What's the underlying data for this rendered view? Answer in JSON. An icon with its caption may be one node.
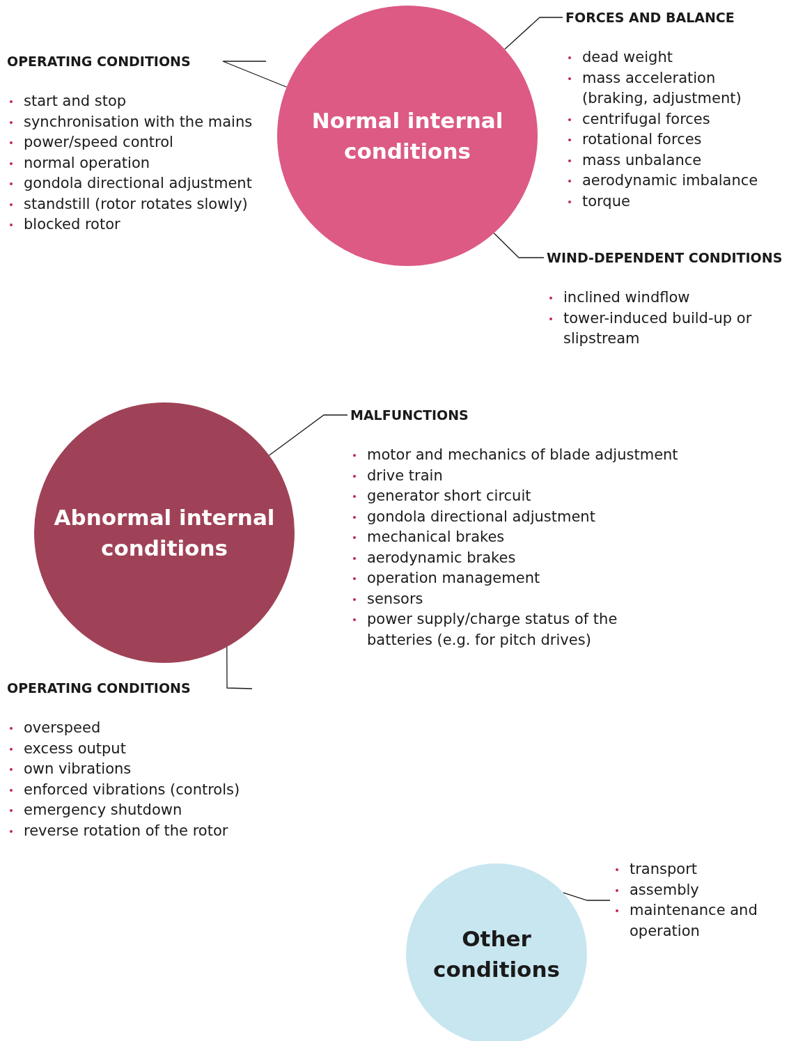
{
  "diagram": {
    "nodes": [
      {
        "text": [
          "Normal internal conditions"
        ]
      },
      {
        "text": [
          "FORCES AND BALANCE",
          "dead weight",
          "mass acceleration (braking, adjustment)",
          "centrifugal forces",
          "rotational forces",
          "mass unbalance",
          "aerodynamic imbalance",
          "torque"
        ]
      },
      {
        "text": [
          "OPERATING CONDITIONS",
          "start and stop",
          "synchronisation with the mains",
          "power/speed control",
          "normal operation",
          "gondola directional adjustment",
          "standstill (rotor rotates slowly)",
          "blocked rotor"
        ]
      },
      {
        "text": [
          "WIND-DEPENDENT CONDITIONS",
          "inclined windflow",
          "tower-induced build-up or slipstream"
        ]
      },
      {
        "text": [
          "Abnormal internal conditions"
        ]
      },
      {
        "text": [
          "MALFUNCTIONS",
          "motor and mechanics of blade adjustment",
          "drive train",
          "generator short circuit",
          "gondola directional adjustment",
          "mechanical brakes",
          "aerodynamic brakes",
          "operation management",
          "sensors",
          "power supply/charge status of the batteries (e.g. for pitch drives)"
        ]
      },
      {
        "text": [
          "OPERATING CONDITIONS",
          "overspeed",
          "excess output",
          "own vibrations",
          "enforced vibrations (controls)",
          "emergency shutdown",
          "reverse rotation of the rotor"
        ]
      },
      {
        "text": [
          "Other conditions"
        ]
      },
      {
        "text": [
          "transport",
          "assembly",
          "maintenance and operation"
        ]
      }
    ],
    "edges": [
      {
        "from": 0,
        "to": 1,
        "arrow": "none"
      },
      {
        "from": 0,
        "to": 2,
        "arrow": "none"
      },
      {
        "from": 0,
        "to": 3,
        "arrow": "none"
      },
      {
        "from": 4,
        "to": 5,
        "arrow": "none"
      },
      {
        "from": 4,
        "to": 6,
        "arrow": "none"
      },
      {
        "from": 7,
        "to": 8,
        "arrow": "none"
      }
    ]
  }
}
